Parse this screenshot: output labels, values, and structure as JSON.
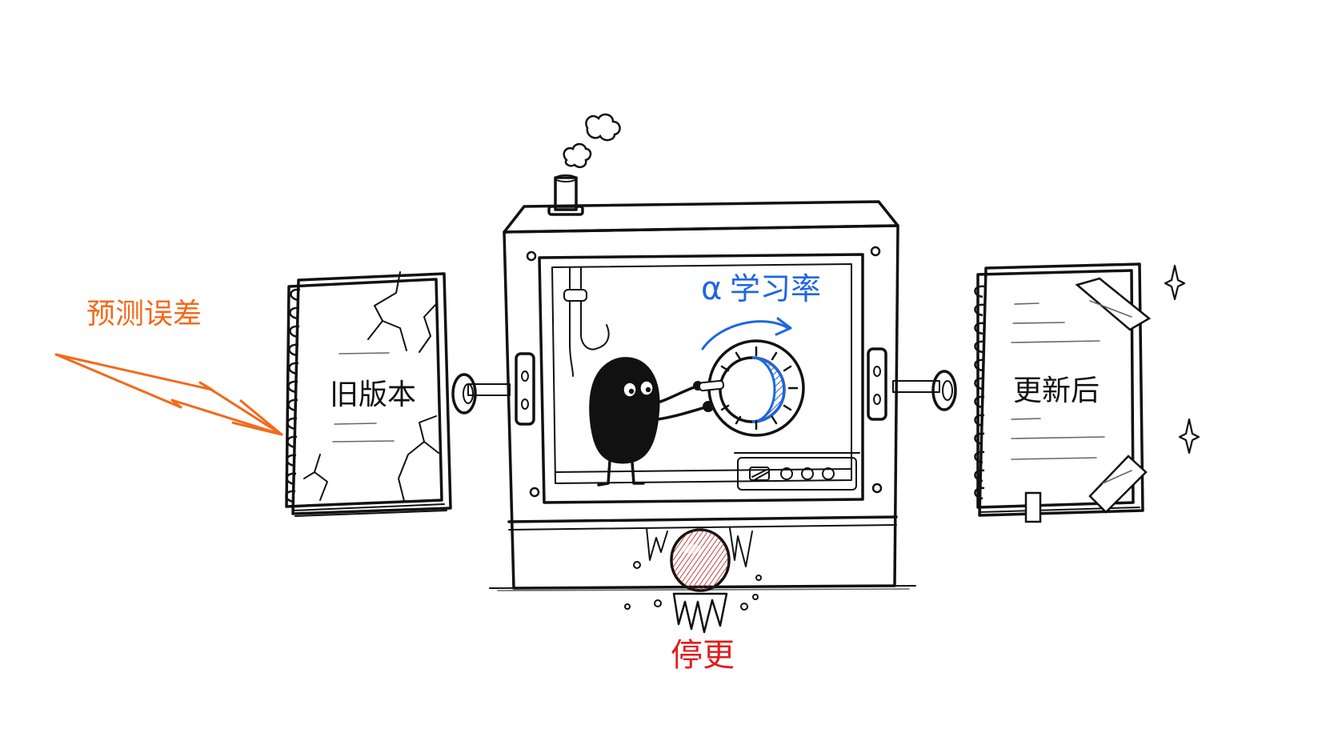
{
  "labels": {
    "error_input": "预测误差",
    "old_version": "旧版本",
    "new_version": "更新后",
    "alpha_symbol": "α",
    "learning_rate": "学习率",
    "stop_update": "停更"
  },
  "colors": {
    "ink": "#111111",
    "error_orange": "#f26a1b",
    "alpha_blue": "#1f66e0",
    "stop_red": "#e21b1b",
    "button_red": "#e0393a"
  },
  "icons": [
    "lightning-arrow-icon",
    "steam-icon",
    "chimney-icon",
    "rivet-icon",
    "spiral-binding-icon",
    "tape-icon",
    "sparkle-icon",
    "icicle-icon",
    "dial-knob-icon",
    "rotation-arrow-icon",
    "blob-operator-icon",
    "stop-button-icon"
  ]
}
